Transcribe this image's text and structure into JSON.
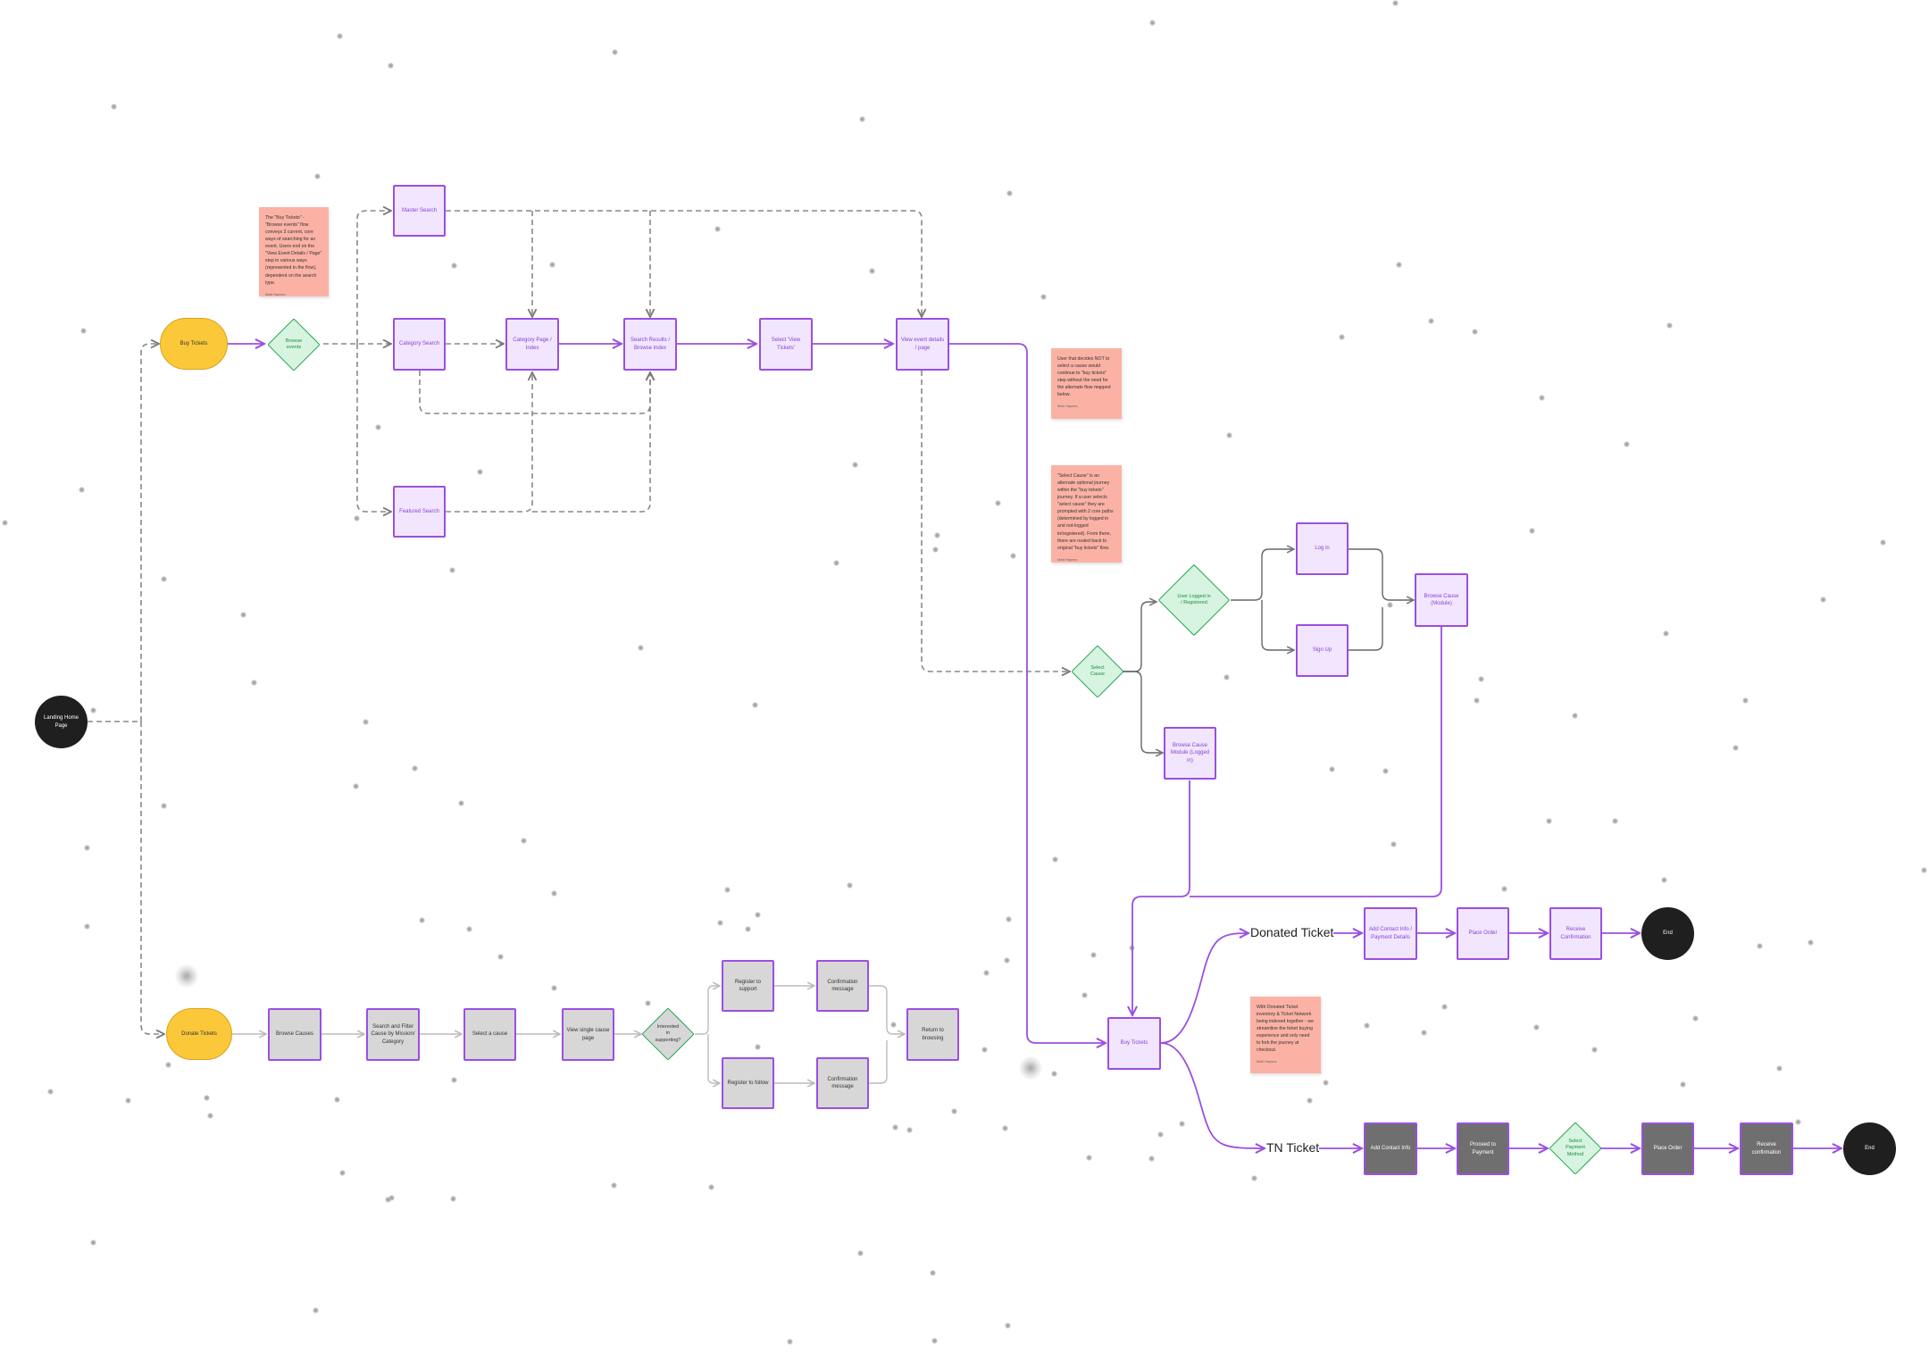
{
  "nodes": {
    "landing": "Landing Home Page",
    "buy_tickets": "Buy Tickets",
    "browse_events": "Browse events",
    "master_search": "Master Search",
    "category_search": "Category Search",
    "featured_search": "Featured Search",
    "category_page": "Category Page / Index",
    "search_results": "Search Results / Browse index",
    "select_view_tickets": "Select 'View Tickets'",
    "view_event_details": "View event details / page",
    "select_cause": "Select Cause",
    "user_logged": "User Logged in / Registered",
    "log_in": "Log in",
    "sign_up": "Sign Up",
    "browse_cause_module": "Browse Cause (Module)",
    "browse_cause_module_logged": "Browse Cause Module (Logged in)",
    "buy_tickets_2": "Buy Tickets",
    "donated_ticket": "Donated Ticket",
    "tn_ticket": "TN Ticket",
    "add_contact_payment": "Add Contact Info / Payment Details",
    "place_order_1": "Place Order",
    "receive_confirmation_1": "Receive Confirmation",
    "end_1": "End",
    "add_contact_info": "Add Contact Info",
    "proceed_payment": "Proceed to Payment",
    "select_payment": "Select Payment Method",
    "place_order_2": "Place Order",
    "receive_confirmation_2": "Receive confirmation",
    "end_2": "End",
    "donate_tickets": "Donate Tickets",
    "browse_causes": "Browse Causes",
    "search_filter": "Search and Filter Cause by Mission/ Category",
    "select_a_cause": "Select a cause",
    "view_cause_page": "View single cause page",
    "interested": "Interested in supporting?",
    "register_support": "Register to support",
    "register_follow": "Register to follow",
    "confirmation_1": "Confirmation message",
    "confirmation_2": "Confirmation message",
    "return_browsing": "Return to browsing"
  },
  "notes": {
    "note_browse": {
      "text": "The \"Buy Tickets\" - \"Browse events\" flow conveys 3 current, core ways of searching for an event. Users end on the \"View Event Details / Page\" step in various ways (represented in the flow), dependent on the search type.",
      "author": "Matt Haynes"
    },
    "note_decides": {
      "text": "User that decides NOT to select a cause would continue to \"buy tickets\" step without the need for the alternate flow mapped below.",
      "author": "Matt Haynes"
    },
    "note_select_cause": {
      "text": "\"Select Cause\" is an alternate optional journey within the \"buy tickets\" journey. If a user selects \"select cause\" they are prompted with 2 core paths (determined by logged in and not-logged in/registered). From there, there are routed back to original \"buy tickets\" flow.",
      "author": "Matt Haynes"
    },
    "note_donated": {
      "text": "With Donated Ticket inventory & Ticket Network being indexed together - we streamline the ticket buying experience and only need to fork the journey at checkout.",
      "author": "Matt Haynes"
    }
  },
  "colors": {
    "accent_purple": "#9b4fe0",
    "process_fill": "#f1e6fd",
    "decision_green": "#1fa350",
    "terminal_yellow": "#fbc83a",
    "terminal_black": "#1f1f1f",
    "note_salmon": "#fbb2a5",
    "connector_gray": "#888888"
  }
}
